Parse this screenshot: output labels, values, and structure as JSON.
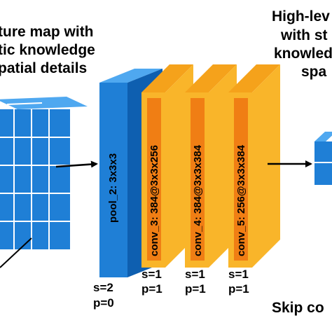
{
  "captions": {
    "left": [
      "ture map with",
      "tic knowledge",
      "patial details"
    ],
    "right": [
      "High-lev",
      "with st",
      "knowled",
      "spa"
    ],
    "bottom_right": "Skip co"
  },
  "layers": [
    {
      "label": "pool_2: 3x3x3",
      "params": [
        "s=2",
        "p=0"
      ]
    },
    {
      "label": "conv_3: 384@3x3x256",
      "params": [
        "s=1",
        "p=1"
      ]
    },
    {
      "label": "conv_4: 384@3x3x384",
      "params": [
        "s=1",
        "p=1"
      ]
    },
    {
      "label": "conv_5: 256@3x3x384",
      "params": [
        "s=1",
        "p=1"
      ]
    }
  ],
  "colors": {
    "blue_front": "#1f7fd6",
    "blue_side": "#0e5fb0",
    "blue_top": "#4fa8f0",
    "orange_front": "#f9b52a",
    "orange_top": "#f5a21b",
    "orange_label": "#f07e14",
    "text": "#000000",
    "grid": "#ffffff"
  }
}
